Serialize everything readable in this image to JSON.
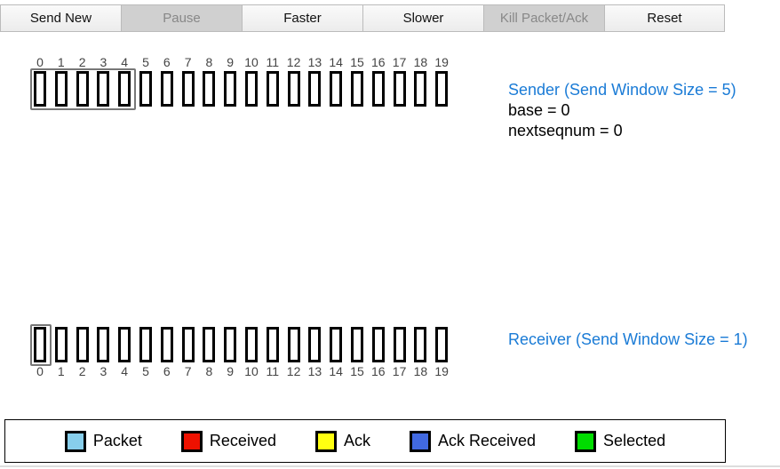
{
  "toolbar": {
    "buttons": [
      {
        "label": "Send New",
        "disabled": false
      },
      {
        "label": "Pause",
        "disabled": true
      },
      {
        "label": "Faster",
        "disabled": false
      },
      {
        "label": "Slower",
        "disabled": false
      },
      {
        "label": "Kill Packet/Ack",
        "disabled": true
      },
      {
        "label": "Reset",
        "disabled": false
      }
    ]
  },
  "sender": {
    "title": "Sender (Send Window Size = 5)",
    "base": "base = 0",
    "nextseqnum": "nextseqnum = 0",
    "window_start": 0,
    "window_size": 5
  },
  "receiver": {
    "title": "Receiver (Send Window Size = 1)",
    "window_start": 0,
    "window_size": 1
  },
  "slots": [
    "0",
    "1",
    "2",
    "3",
    "4",
    "5",
    "6",
    "7",
    "8",
    "9",
    "10",
    "11",
    "12",
    "13",
    "14",
    "15",
    "16",
    "17",
    "18",
    "19"
  ],
  "legend": [
    {
      "label": "Packet",
      "color": "#87ceeb"
    },
    {
      "label": "Received",
      "color": "#ee1100"
    },
    {
      "label": "Ack",
      "color": "#ffff11"
    },
    {
      "label": "Ack Received",
      "color": "#4169e1"
    },
    {
      "label": "Selected",
      "color": "#00dd00"
    }
  ]
}
